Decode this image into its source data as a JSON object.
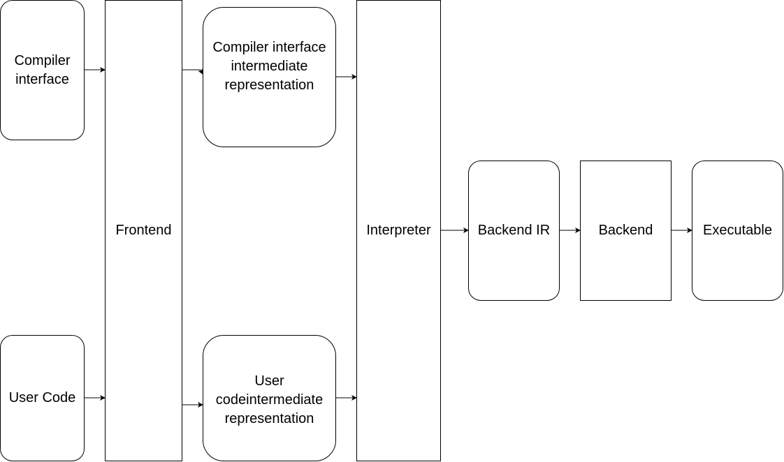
{
  "nodes": {
    "compiler_interface": "Compiler\ninterface",
    "user_code": "User Code",
    "frontend": "Frontend",
    "compiler_interface_ir": "Compiler interface\nintermediate\nrepresentation",
    "user_code_ir": "User\ncodeintermediate\nrepresentation",
    "interpreter": "Interpreter",
    "backend_ir": "Backend IR",
    "backend": "Backend",
    "executable": "Executable"
  },
  "edges": [
    {
      "from": "compiler_interface",
      "to": "frontend"
    },
    {
      "from": "user_code",
      "to": "frontend"
    },
    {
      "from": "frontend",
      "to": "compiler_interface_ir"
    },
    {
      "from": "frontend",
      "to": "user_code_ir"
    },
    {
      "from": "compiler_interface_ir",
      "to": "interpreter"
    },
    {
      "from": "user_code_ir",
      "to": "interpreter"
    },
    {
      "from": "interpreter",
      "to": "backend_ir"
    },
    {
      "from": "backend_ir",
      "to": "backend"
    },
    {
      "from": "backend",
      "to": "executable"
    }
  ]
}
